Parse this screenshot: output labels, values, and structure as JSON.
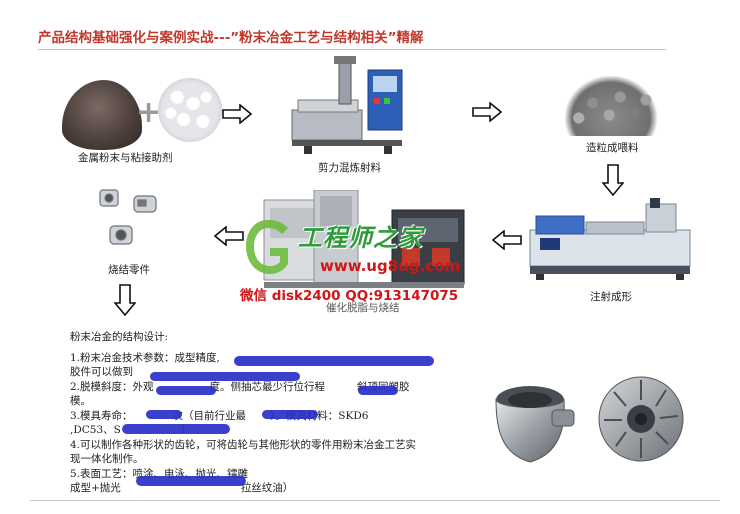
{
  "title": "产品结构基础强化与案例实战---”粉末冶金工艺与结构相关”精解",
  "steps": {
    "powder": "金属粉末与粘接助剂",
    "mixing": "剪力混炼射料",
    "granulate": "造粒成喂料",
    "injection": "注射成形",
    "debind": "催化脱脂与烧结",
    "sinter": "烧结零件"
  },
  "watermark": {
    "line1": "工程师之家",
    "line2": "www.ug8ug.com",
    "line3": "微信 disk2400 QQ:913147075"
  },
  "design": {
    "heading": "粉末冶金的结构设计:",
    "lines": [
      "1.粉末冶金技术参数：成型精度,",
      "胶件可以做到",
      "2.脱模斜度：外观",
      "度。侧抽芯最少行位行程",
      "斜顶同塑胶",
      "模。",
      "3.模具寿命：",
      "次（目前行业最",
      "）。模具材料：SKD6",
      ",DC53、S",
      "）",
      "4.可以制作各种形状的齿轮，可将齿轮与其他形状的零件用粉末冶金工艺实",
      "现一体化制作。",
      "5.表面工艺：喷涂、电泳、抛光、镭雕",
      "成型+抛光",
      "拉丝纹油）"
    ]
  },
  "colors": {
    "title": "#c0392b",
    "redaction": "#2a30c8",
    "watermark_green": "#2e9c3a",
    "watermark_red": "#d01616"
  }
}
